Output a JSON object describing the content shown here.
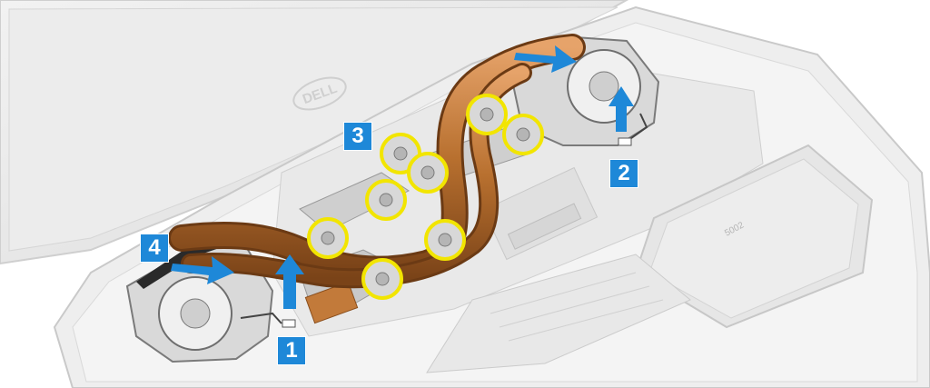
{
  "image": {
    "description_free": true,
    "brand_logo_text": "DELL",
    "colors": {
      "chassis": "#e6e6e6",
      "chassis_edge": "#c9c9c9",
      "heatpipe": "#b8702f",
      "screw_ring": "#f2e500",
      "arrow": "#1e88d8",
      "badge_bg": "#1e88d8",
      "badge_text": "#ffffff"
    }
  },
  "steps": [
    {
      "label": "1"
    },
    {
      "label": "2"
    },
    {
      "label": "3"
    },
    {
      "label": "4"
    }
  ]
}
